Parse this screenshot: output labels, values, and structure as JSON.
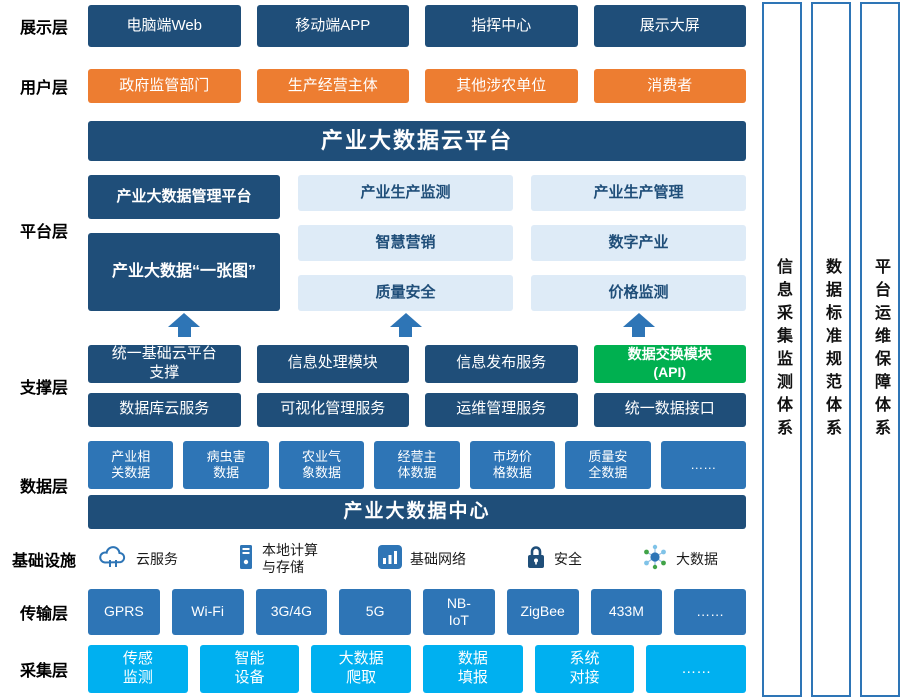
{
  "colors": {
    "dark_navy": "#1F4E79",
    "medium_blue": "#2E75B6",
    "light_panel": "#DEEBF7",
    "orange": "#ED7D31",
    "green": "#00B050",
    "cyan": "#00B0F0"
  },
  "side_systems": [
    "信息采集监测体系",
    "数据标准规范体系",
    "平台运维保障体系"
  ],
  "layers": {
    "display": {
      "label": "展示层",
      "items": [
        "电脑端Web",
        "移动端APP",
        "指挥中心",
        "展示大屏"
      ]
    },
    "user": {
      "label": "用户层",
      "items": [
        "政府监管部门",
        "生产经营主体",
        "其他涉农单位",
        "消费者"
      ]
    },
    "platform": {
      "label": "平台层",
      "banner": "产业大数据云平台",
      "left": [
        "产业大数据管理平台",
        "产业大数据“一张图”"
      ],
      "grid": [
        "产业生产监测",
        "产业生产管理",
        "智慧营销",
        "数字产业",
        "质量安全",
        "价格监测"
      ]
    },
    "support": {
      "label": "支撑层",
      "row1": [
        "统一基础云平台\n支撑",
        "信息处理模块",
        "信息发布服务",
        "数据交换模块\n(API)"
      ],
      "row2": [
        "数据库云服务",
        "可视化管理服务",
        "运维管理服务",
        "统一数据接口"
      ]
    },
    "data": {
      "label": "数据层",
      "items": [
        "产业相\n关数据",
        "病虫害\n数据",
        "农业气\n象数据",
        "经营主\n体数据",
        "市场价\n格数据",
        "质量安\n全数据",
        "……"
      ],
      "banner": "产业大数据中心"
    },
    "infra": {
      "label": "基础设施",
      "items": [
        {
          "icon": "cloud-icon",
          "label": "云服务"
        },
        {
          "icon": "server-icon",
          "label": "本地计算\n与存储"
        },
        {
          "icon": "network-icon",
          "label": "基础网络"
        },
        {
          "icon": "lock-icon",
          "label": "安全"
        },
        {
          "icon": "bigdata-icon",
          "label": "大数据"
        }
      ]
    },
    "transmission": {
      "label": "传输层",
      "items": [
        "GPRS",
        "Wi-Fi",
        "3G/4G",
        "5G",
        "NB-\nIoT",
        "ZigBee",
        "433M",
        "……"
      ]
    },
    "collection": {
      "label": "采集层",
      "items": [
        "传感\n监测",
        "智能\n设备",
        "大数据\n爬取",
        "数据\n填报",
        "系统\n对接",
        "……"
      ]
    }
  }
}
